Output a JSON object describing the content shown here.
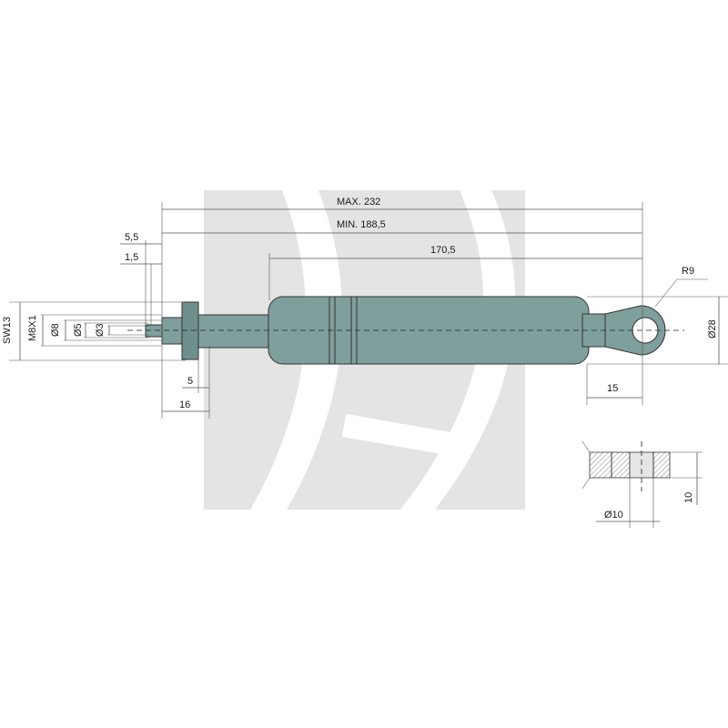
{
  "dimensions": {
    "max_length": "MAX. 232",
    "min_length": "MIN. 188,5",
    "body_length": "170,5",
    "thread_len_a": "5,5",
    "thread_len_b": "1,5",
    "eye_radius": "R9",
    "body_diameter": "Ø28",
    "eye_offset": "15",
    "nut_width": "5",
    "rod_stub": "16",
    "wrench_size": "SW13",
    "thread": "M8X1",
    "dia_8": "Ø8",
    "dia_5": "Ø5",
    "dia_3": "Ø3",
    "eye_hole": "Ø10",
    "eye_thickness": "10"
  },
  "colors": {
    "cylinder": "#7f9f9c",
    "rod": "#6f8f8c",
    "watermark": "#e4e4e4"
  }
}
